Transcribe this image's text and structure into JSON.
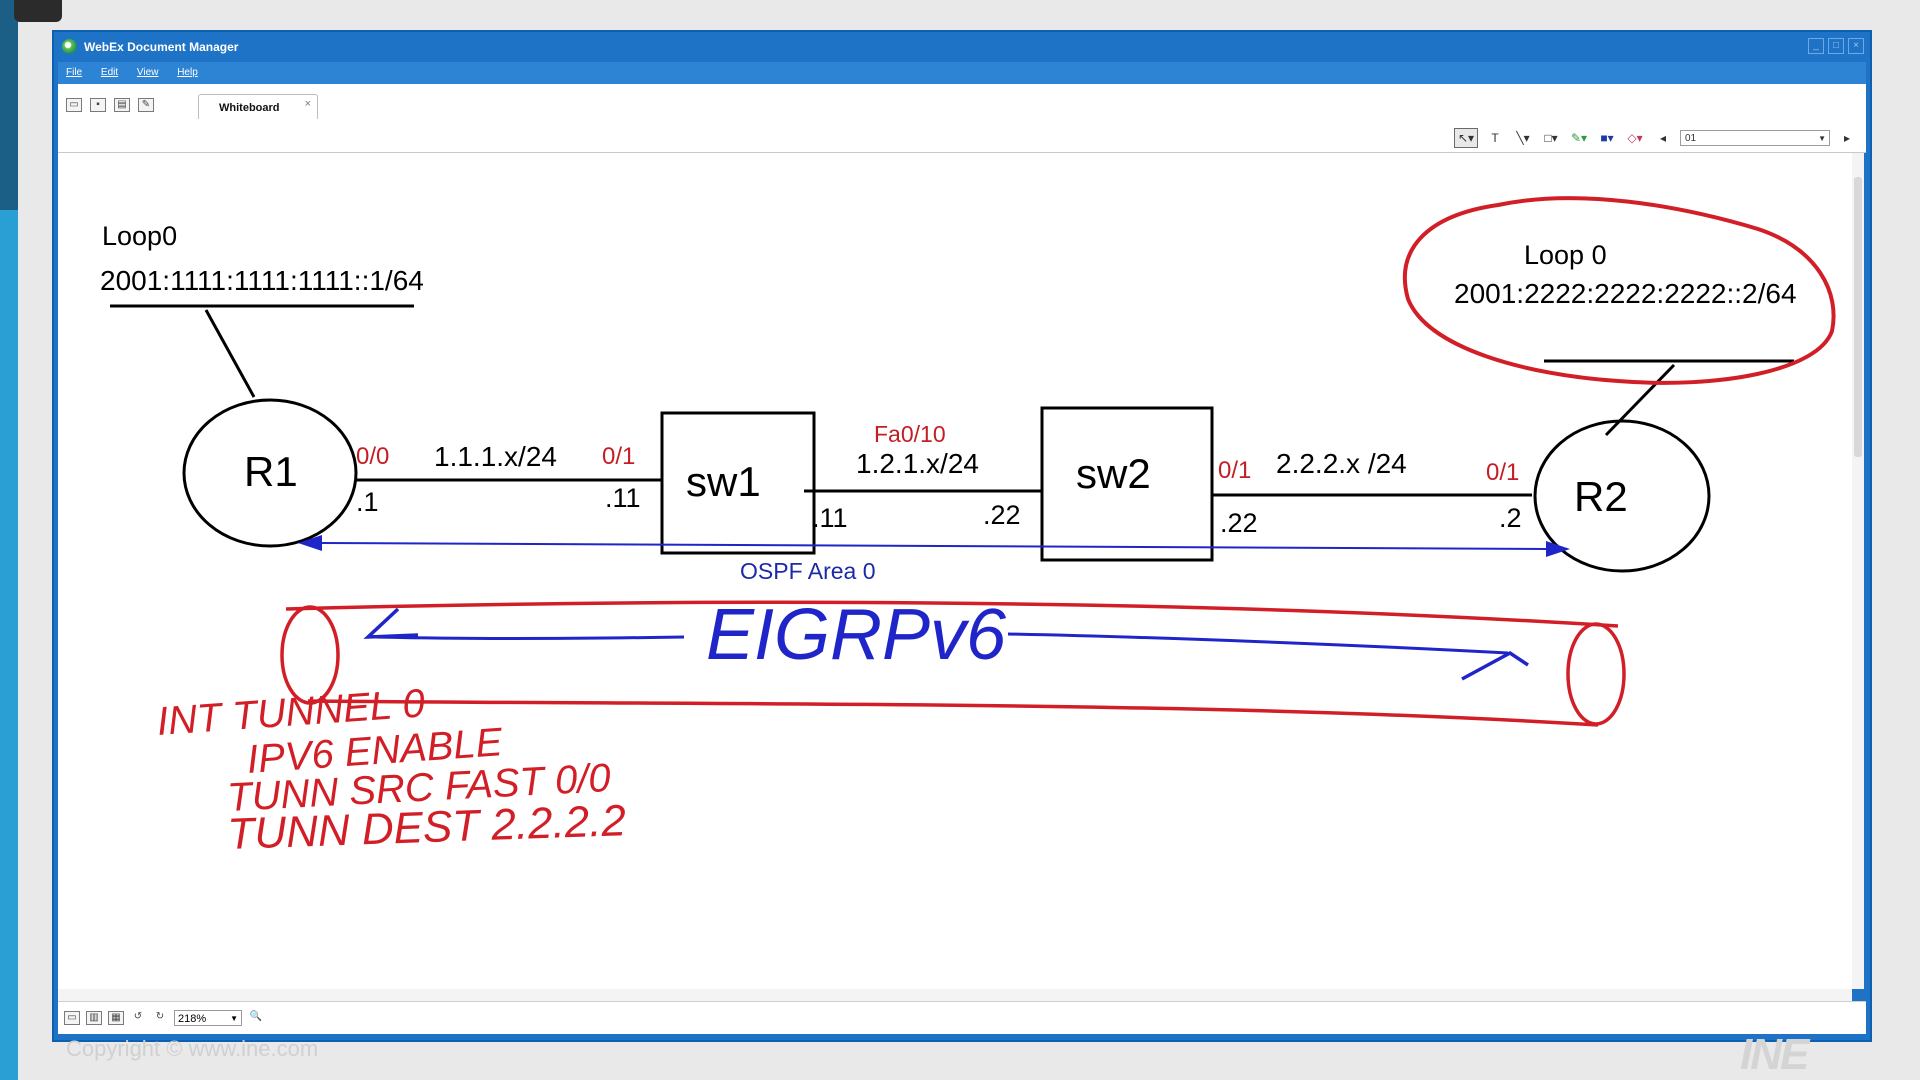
{
  "window": {
    "title": "WebEx Document Manager"
  },
  "menu": [
    "File",
    "Edit",
    "View",
    "Help"
  ],
  "toolbar": {
    "tab_label": "Whiteboard",
    "tab_close": "×",
    "page_value": "01",
    "icons": [
      "open-icon",
      "save-icon",
      "print-icon",
      "new-page-icon"
    ],
    "draw_tools": [
      "pointer-icon",
      "text-icon",
      "line-icon",
      "rectangle-icon",
      "pen-icon",
      "fill-color-icon",
      "eraser-icon"
    ]
  },
  "status": {
    "zoom": "218%"
  },
  "diagram": {
    "loop0_left_title": "Loop0",
    "loop0_left_addr": "2001:1111:1111:1111::1/64",
    "loop0_right_title": "Loop 0",
    "loop0_right_addr": "2001:2222:2222:2222::2/64",
    "r1": "R1",
    "r2": "R2",
    "sw1": "sw1",
    "sw2": "sw2",
    "r1_if": "0/0",
    "r1_host": ".1",
    "net1": "1.1.1.x/24",
    "sw1_if_left": "0/1",
    "sw1_host_left": ".11",
    "fa": "Fa0/10",
    "net2": "1.2.1.x/24",
    "sw1_host_right": ".11",
    "sw2_host_left": ".22",
    "sw2_if_right": "0/1",
    "sw2_host_right": ".22",
    "net3": "2.2.2.x /24",
    "r2_if": "0/1",
    "r2_host": ".2",
    "ospf": "OSPF Area 0",
    "eigrp": "EIGRPv6",
    "cmd1": "INT TUNNEL 0",
    "cmd2": "IPV6 ENABLE",
    "cmd3": "TUNN SRC FAST 0/0",
    "cmd4": "TUNN DEST 2.2.2.2",
    "color_ink_red": "#d21f27",
    "color_ink_blue": "#1f25c8",
    "color_label_blue": "#1c2aa8"
  },
  "footer": {
    "copyright": "Copyright © www.ine.com",
    "logo": "INE"
  }
}
